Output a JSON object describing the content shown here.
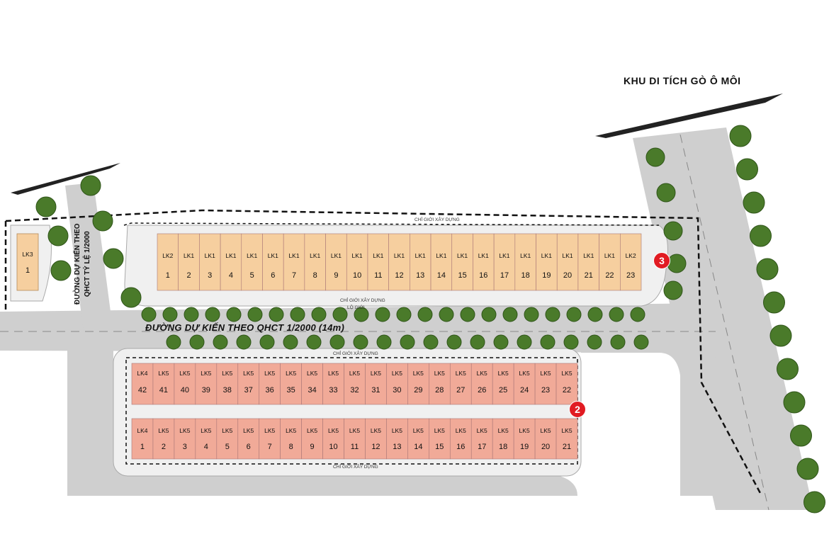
{
  "heading": "KHU DI TÍCH GÒ Ô MÔI",
  "main_road": "ĐƯỜNG DỰ KIẾN THEO QHCT 1/2000 (14m)",
  "side_road": {
    "line1": "ĐƯỜNG DỰ KIẾN THEO",
    "line2": "QHCT TỶ LỆ 1/2000"
  },
  "build_line": "CHỈ GIỚI XÂY DỰNG",
  "road_boundary": "LỘ GIỚI",
  "colors": {
    "block_north": "#f6cf9f",
    "block_south": "#f1aa98",
    "badge": "#e11b22",
    "road": "#c9c9c9",
    "tree": "#4a7a2a"
  },
  "lk3": {
    "type": "LK3",
    "num": "1"
  },
  "block3": {
    "badge": "3",
    "plots": [
      {
        "type": "LK2",
        "num": "1"
      },
      {
        "type": "LK1",
        "num": "2"
      },
      {
        "type": "LK1",
        "num": "3"
      },
      {
        "type": "LK1",
        "num": "4"
      },
      {
        "type": "LK1",
        "num": "5"
      },
      {
        "type": "LK1",
        "num": "6"
      },
      {
        "type": "LK1",
        "num": "7"
      },
      {
        "type": "LK1",
        "num": "8"
      },
      {
        "type": "LK1",
        "num": "9"
      },
      {
        "type": "LK1",
        "num": "10"
      },
      {
        "type": "LK1",
        "num": "11"
      },
      {
        "type": "LK1",
        "num": "12"
      },
      {
        "type": "LK1",
        "num": "13"
      },
      {
        "type": "LK1",
        "num": "14"
      },
      {
        "type": "LK1",
        "num": "15"
      },
      {
        "type": "LK1",
        "num": "16"
      },
      {
        "type": "LK1",
        "num": "17"
      },
      {
        "type": "LK1",
        "num": "18"
      },
      {
        "type": "LK1",
        "num": "19"
      },
      {
        "type": "LK1",
        "num": "20"
      },
      {
        "type": "LK1",
        "num": "21"
      },
      {
        "type": "LK1",
        "num": "22"
      },
      {
        "type": "LK2",
        "num": "23"
      }
    ]
  },
  "block2": {
    "badge": "2",
    "top_row": [
      {
        "type": "LK4",
        "num": "42"
      },
      {
        "type": "LK5",
        "num": "41"
      },
      {
        "type": "LK5",
        "num": "40"
      },
      {
        "type": "LK5",
        "num": "39"
      },
      {
        "type": "LK5",
        "num": "38"
      },
      {
        "type": "LK5",
        "num": "37"
      },
      {
        "type": "LK5",
        "num": "36"
      },
      {
        "type": "LK5",
        "num": "35"
      },
      {
        "type": "LK5",
        "num": "34"
      },
      {
        "type": "LK5",
        "num": "33"
      },
      {
        "type": "LK5",
        "num": "32"
      },
      {
        "type": "LK5",
        "num": "31"
      },
      {
        "type": "LK5",
        "num": "30"
      },
      {
        "type": "LK5",
        "num": "29"
      },
      {
        "type": "LK5",
        "num": "28"
      },
      {
        "type": "LK5",
        "num": "27"
      },
      {
        "type": "LK5",
        "num": "26"
      },
      {
        "type": "LK5",
        "num": "25"
      },
      {
        "type": "LK5",
        "num": "24"
      },
      {
        "type": "LK5",
        "num": "23"
      },
      {
        "type": "LK5",
        "num": "22"
      }
    ],
    "bottom_row": [
      {
        "type": "LK4",
        "num": "1"
      },
      {
        "type": "LK5",
        "num": "2"
      },
      {
        "type": "LK5",
        "num": "3"
      },
      {
        "type": "LK5",
        "num": "4"
      },
      {
        "type": "LK5",
        "num": "5"
      },
      {
        "type": "LK5",
        "num": "6"
      },
      {
        "type": "LK5",
        "num": "7"
      },
      {
        "type": "LK5",
        "num": "8"
      },
      {
        "type": "LK5",
        "num": "9"
      },
      {
        "type": "LK5",
        "num": "10"
      },
      {
        "type": "LK5",
        "num": "11"
      },
      {
        "type": "LK5",
        "num": "12"
      },
      {
        "type": "LK5",
        "num": "13"
      },
      {
        "type": "LK5",
        "num": "14"
      },
      {
        "type": "LK5",
        "num": "15"
      },
      {
        "type": "LK5",
        "num": "16"
      },
      {
        "type": "LK5",
        "num": "17"
      },
      {
        "type": "LK5",
        "num": "18"
      },
      {
        "type": "LK5",
        "num": "19"
      },
      {
        "type": "LK5",
        "num": "20"
      },
      {
        "type": "LK5",
        "num": "21"
      }
    ]
  }
}
